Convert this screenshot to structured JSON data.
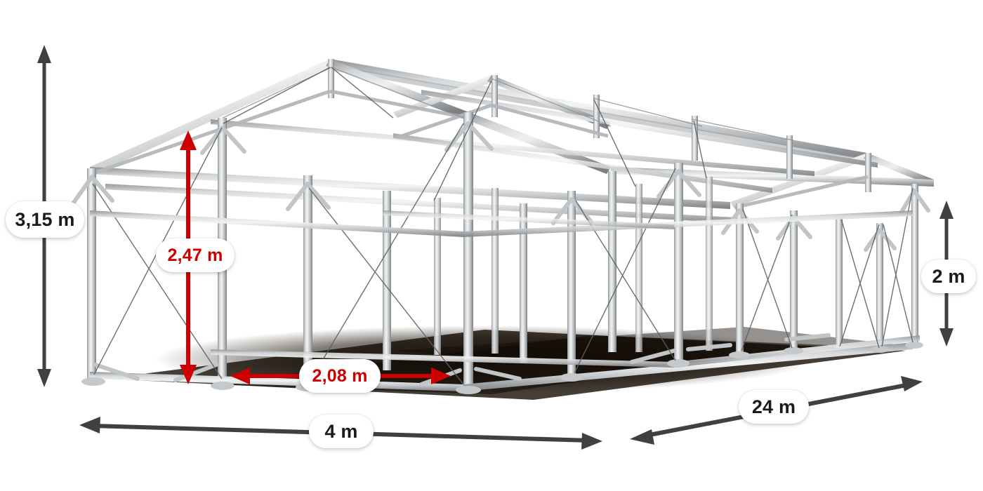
{
  "scene": {
    "subject": "tent-frame-3d-render",
    "description": "Aluminium storage tent frame, gable roof, transparent background",
    "background_color": "#ffffff",
    "frame_metal_light": "#e8e9ea",
    "frame_metal_mid": "#b9bcbe",
    "frame_metal_dark": "#84888b",
    "shadow_color": "#1a1108"
  },
  "colors": {
    "dimension_dark": "#404040",
    "dimension_red": "#cc0000",
    "label_background": "#ffffff",
    "label_text_dark": "#1a1a1a",
    "label_text_red": "#cc0000"
  },
  "dimensions": {
    "height_total": {
      "value": "3,15 m",
      "meaning": "overall ridge height",
      "arrow": "vertical double-headed",
      "color": "#404040"
    },
    "height_eave_red": {
      "value": "2,47 m",
      "meaning": "inner clear height to eave",
      "arrow": "vertical double-headed",
      "color": "#cc0000"
    },
    "bay_spacing_red": {
      "value": "2,08 m",
      "meaning": "distance between frame bays",
      "arrow": "horizontal double-headed",
      "color": "#cc0000"
    },
    "width": {
      "value": "4 m",
      "meaning": "tent width",
      "arrow": "horizontal double-headed",
      "color": "#404040"
    },
    "length": {
      "value": "24 m",
      "meaning": "tent length",
      "arrow": "diagonal double-headed",
      "color": "#404040"
    },
    "height_side": {
      "value": "2 m",
      "meaning": "side wall height",
      "arrow": "vertical double-headed",
      "color": "#404040"
    }
  }
}
